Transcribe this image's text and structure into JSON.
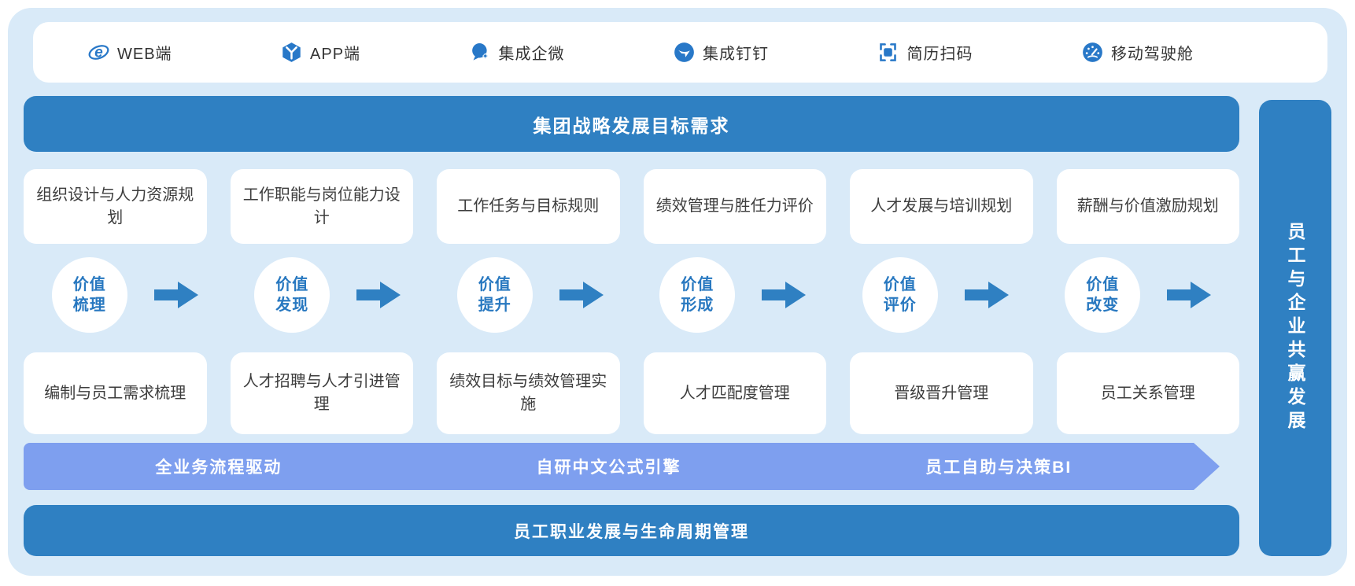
{
  "top_bar": {
    "items": [
      {
        "label": "WEB端",
        "icon": "ie-browser-icon"
      },
      {
        "label": "APP端",
        "icon": "app-box-icon"
      },
      {
        "label": "集成企微",
        "icon": "wecom-chat-icon"
      },
      {
        "label": "集成钉钉",
        "icon": "dingtalk-icon"
      },
      {
        "label": "简历扫码",
        "icon": "resume-scan-icon"
      },
      {
        "label": "移动驾驶舱",
        "icon": "dashboard-gauge-icon"
      }
    ]
  },
  "strategy_banner": {
    "label": "集团战略发展目标需求"
  },
  "planning_cards": [
    "组织设计与人力资源规划",
    "工作职能与岗位能力设计",
    "工作任务与目标规则",
    "绩效管理与胜任力评价",
    "人才发展与培训规划",
    "薪酬与价值激励规划"
  ],
  "value_chain": [
    {
      "line1": "价值",
      "line2": "梳理"
    },
    {
      "line1": "价值",
      "line2": "发现"
    },
    {
      "line1": "价值",
      "line2": "提升"
    },
    {
      "line1": "价值",
      "line2": "形成"
    },
    {
      "line1": "价值",
      "line2": "评价"
    },
    {
      "line1": "价值",
      "line2": "改变"
    }
  ],
  "execution_cards": [
    "编制与员工需求梳理",
    "人才招聘与人才引进管理",
    "绩效目标与绩效管理实施",
    "人才匹配度管理",
    "晋级晋升管理",
    "员工关系管理"
  ],
  "capability_arrow": {
    "labels": [
      "全业务流程驱动",
      "自研中文公式引擎",
      "员工自助与决策BI"
    ]
  },
  "lifecycle_banner": {
    "label": "员工职业发展与生命周期管理"
  },
  "outcome_sidebar": {
    "label": "员工与企业共赢发展"
  },
  "colors": {
    "primary_blue": "#2F80C2",
    "arrow_periwinkle": "#7E9FEF",
    "container_background": "#D9EAF8",
    "icon_blue": "#2878C8",
    "card_text": "#3D3D3D",
    "value_text": "#2878C0"
  }
}
